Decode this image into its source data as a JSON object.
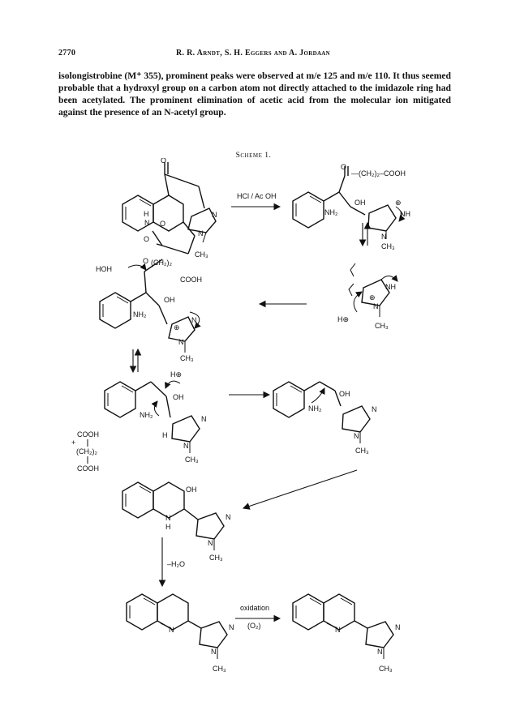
{
  "header": {
    "page_number": "2770",
    "running_head": "R. R. Arndt, S. H. Eggers and A. Jordaan"
  },
  "body": {
    "paragraph": "isolongistrobine (M⁺ 355), prominent peaks were observed at m/e 125 and m/e 110. It thus seemed probable that a hydroxyl group on a carbon atom not directly attached to the imidazole ring had been acetylated. The prominent elimination of acetic acid from the molecular ion mitigated against the presence of an N-acetyl group."
  },
  "scheme": {
    "title": "Scheme 1.",
    "labels": {
      "reagent_1": "HCl / Ac OH",
      "reagent_dehydration": "–H₂O",
      "reagent_oxidation": "oxidation",
      "reagent_oxidation_agent": "(O₂)",
      "chain_top": "—(CH₂)₂–COOH",
      "chain_mid": "(CH₂)₂",
      "cooh": "COOH",
      "hoh": "HOH",
      "oh": "OH",
      "nh2": "NH₂",
      "nh": "NH",
      "n": "N",
      "h": "H",
      "o": "O",
      "ch3": "CH₃",
      "h_plus": "H⊕",
      "plus": "⊕",
      "byproduct_plus": "+",
      "byproduct_cooh_1": "COOH",
      "byproduct_chain": "(CH₂)₂",
      "byproduct_cooh_2": "COOH"
    }
  }
}
